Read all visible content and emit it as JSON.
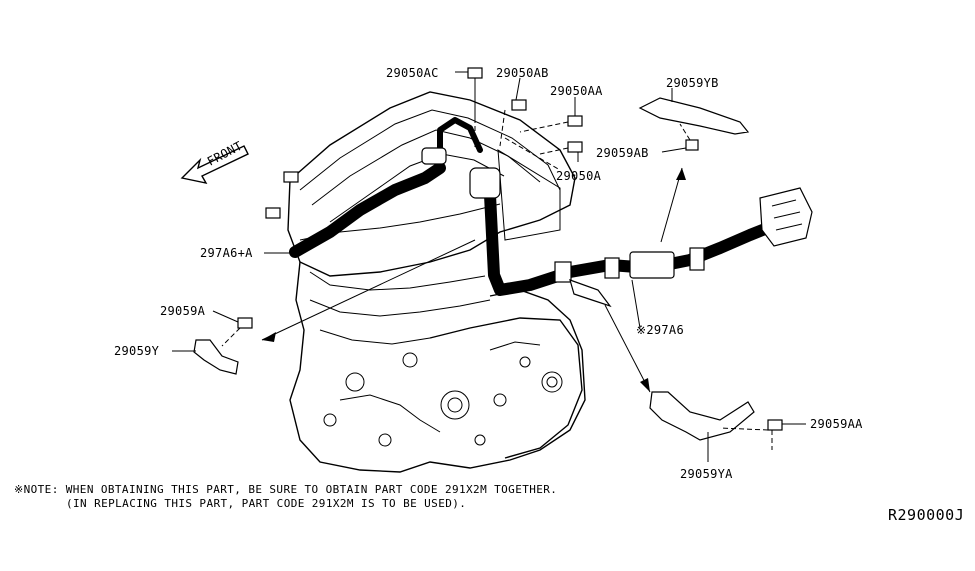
{
  "direction": {
    "front": "FRONT"
  },
  "labels": {
    "p29050AC": "29050AC",
    "p29050AB": "29050AB",
    "p29050AA": "29050AA",
    "p29050A": "29050A",
    "p29059YB": "29059YB",
    "p29059AB": "29059AB",
    "p297A6A": "297A6+A",
    "p29059A": "29059A",
    "p29059Y": "29059Y",
    "p297A6": "※297A6",
    "p29059AA": "29059AA",
    "p29059YA": "29059YA"
  },
  "note": {
    "line1": "※NOTE: WHEN OBTAINING THIS PART, BE SURE TO OBTAIN PART CODE 291X2M TOGETHER.",
    "line2": "(IN REPLACING THIS PART, PART CODE 291X2M IS TO BE USED)."
  },
  "reference": "R290000J"
}
